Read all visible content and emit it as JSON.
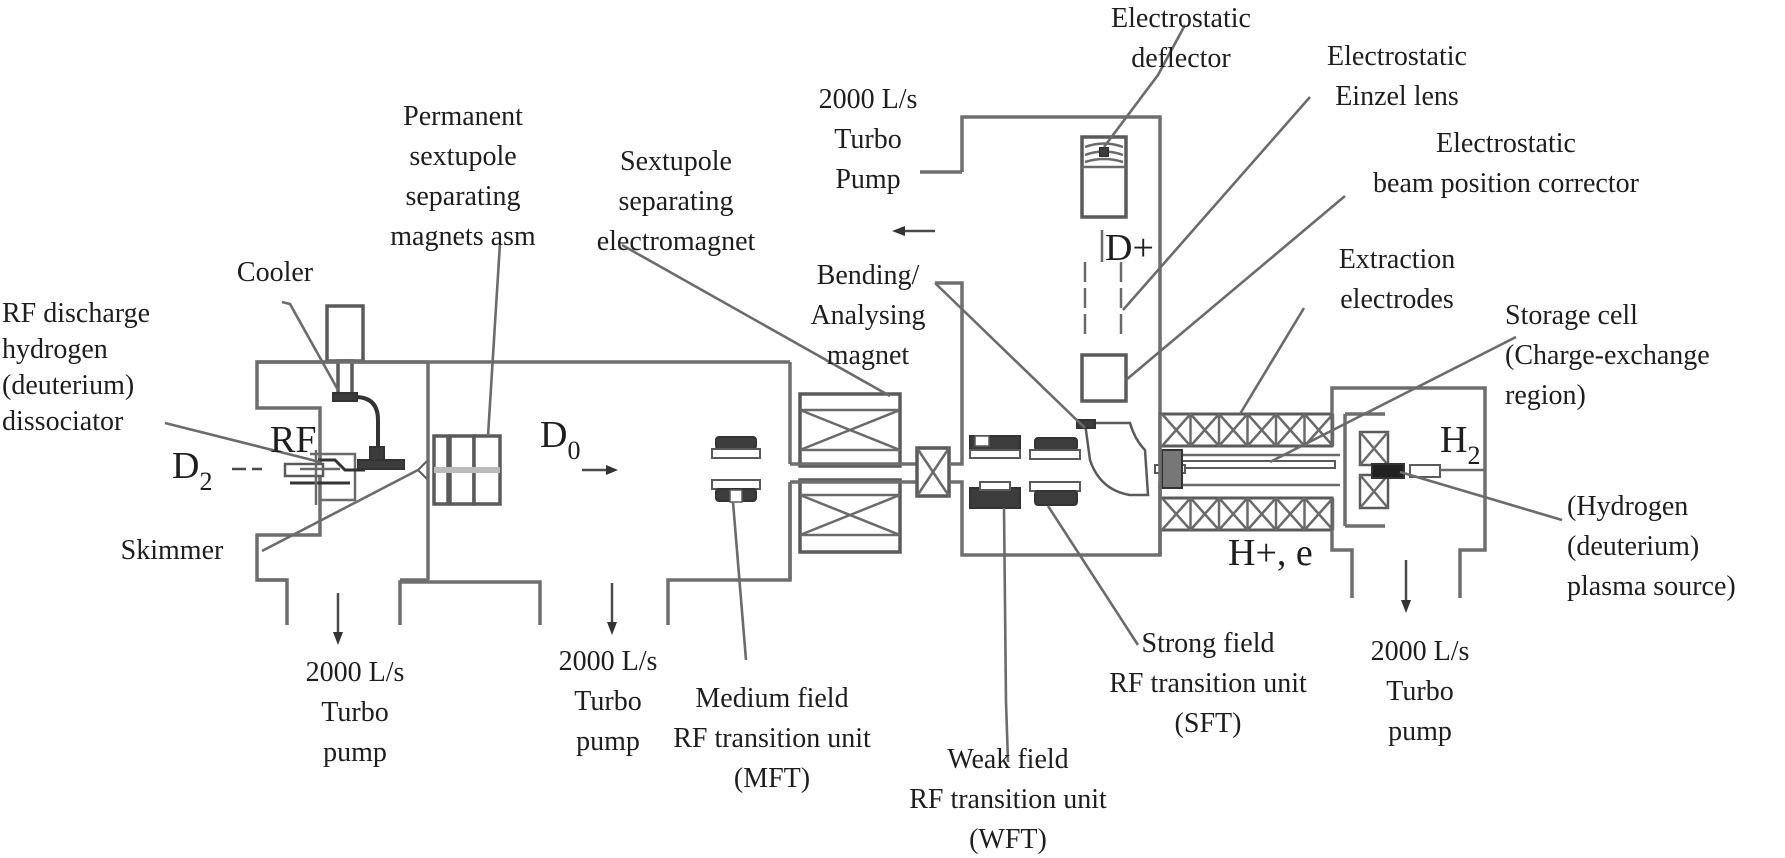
{
  "diagram": {
    "type": "schematic",
    "subject": "Polarized ion source beamline",
    "colors": {
      "line": "#6e6e6e",
      "text": "#1e1e1e",
      "background": "#ffffff"
    }
  },
  "symbols": {
    "d2": "D",
    "d2_sub": "2",
    "rf": "RF",
    "d0": "D",
    "d0_sub": "0",
    "dplus": "D+",
    "h2": "H",
    "h2_sub": "2",
    "hplus_e": "H+, e"
  },
  "labels": {
    "rf_dissociator": [
      "RF discharge",
      "hydrogen",
      "(deuterium)",
      "dissociator"
    ],
    "cooler": [
      "Cooler"
    ],
    "permanent_sextupole": [
      "Permanent",
      "sextupole",
      "separating",
      "magnets asm"
    ],
    "sextupole_electromagnet": [
      "Sextupole",
      "separating",
      "electromagnet"
    ],
    "skimmer": [
      "Skimmer"
    ],
    "pump_1": [
      "2000 L/s",
      "Turbo",
      "pump"
    ],
    "pump_2": [
      "2000 L/s",
      "Turbo",
      "pump"
    ],
    "pump_top": [
      "2000 L/s",
      "Turbo",
      "Pump"
    ],
    "pump_4": [
      "2000 L/s",
      "Turbo",
      "pump"
    ],
    "bending_magnet": [
      "Bending/",
      "Analysing",
      "magnet"
    ],
    "electrostatic_deflector": [
      "Electrostatic",
      "deflector"
    ],
    "einzel_lens": [
      "Electrostatic",
      "Einzel lens"
    ],
    "beam_position_corrector": [
      "Electrostatic",
      "beam position corrector"
    ],
    "extraction_electrodes": [
      "Extraction",
      "electrodes"
    ],
    "storage_cell": [
      "Storage cell",
      "(Charge-exchange",
      "region)"
    ],
    "plasma_source": [
      "(Hydrogen",
      "(deuterium)",
      "plasma source)"
    ],
    "mft": [
      "Medium field",
      "RF transition unit",
      "(MFT)"
    ],
    "wft": [
      "Weak field",
      "RF transition unit",
      "(WFT)"
    ],
    "sft": [
      "Strong field",
      "RF transition unit",
      "(SFT)"
    ]
  }
}
